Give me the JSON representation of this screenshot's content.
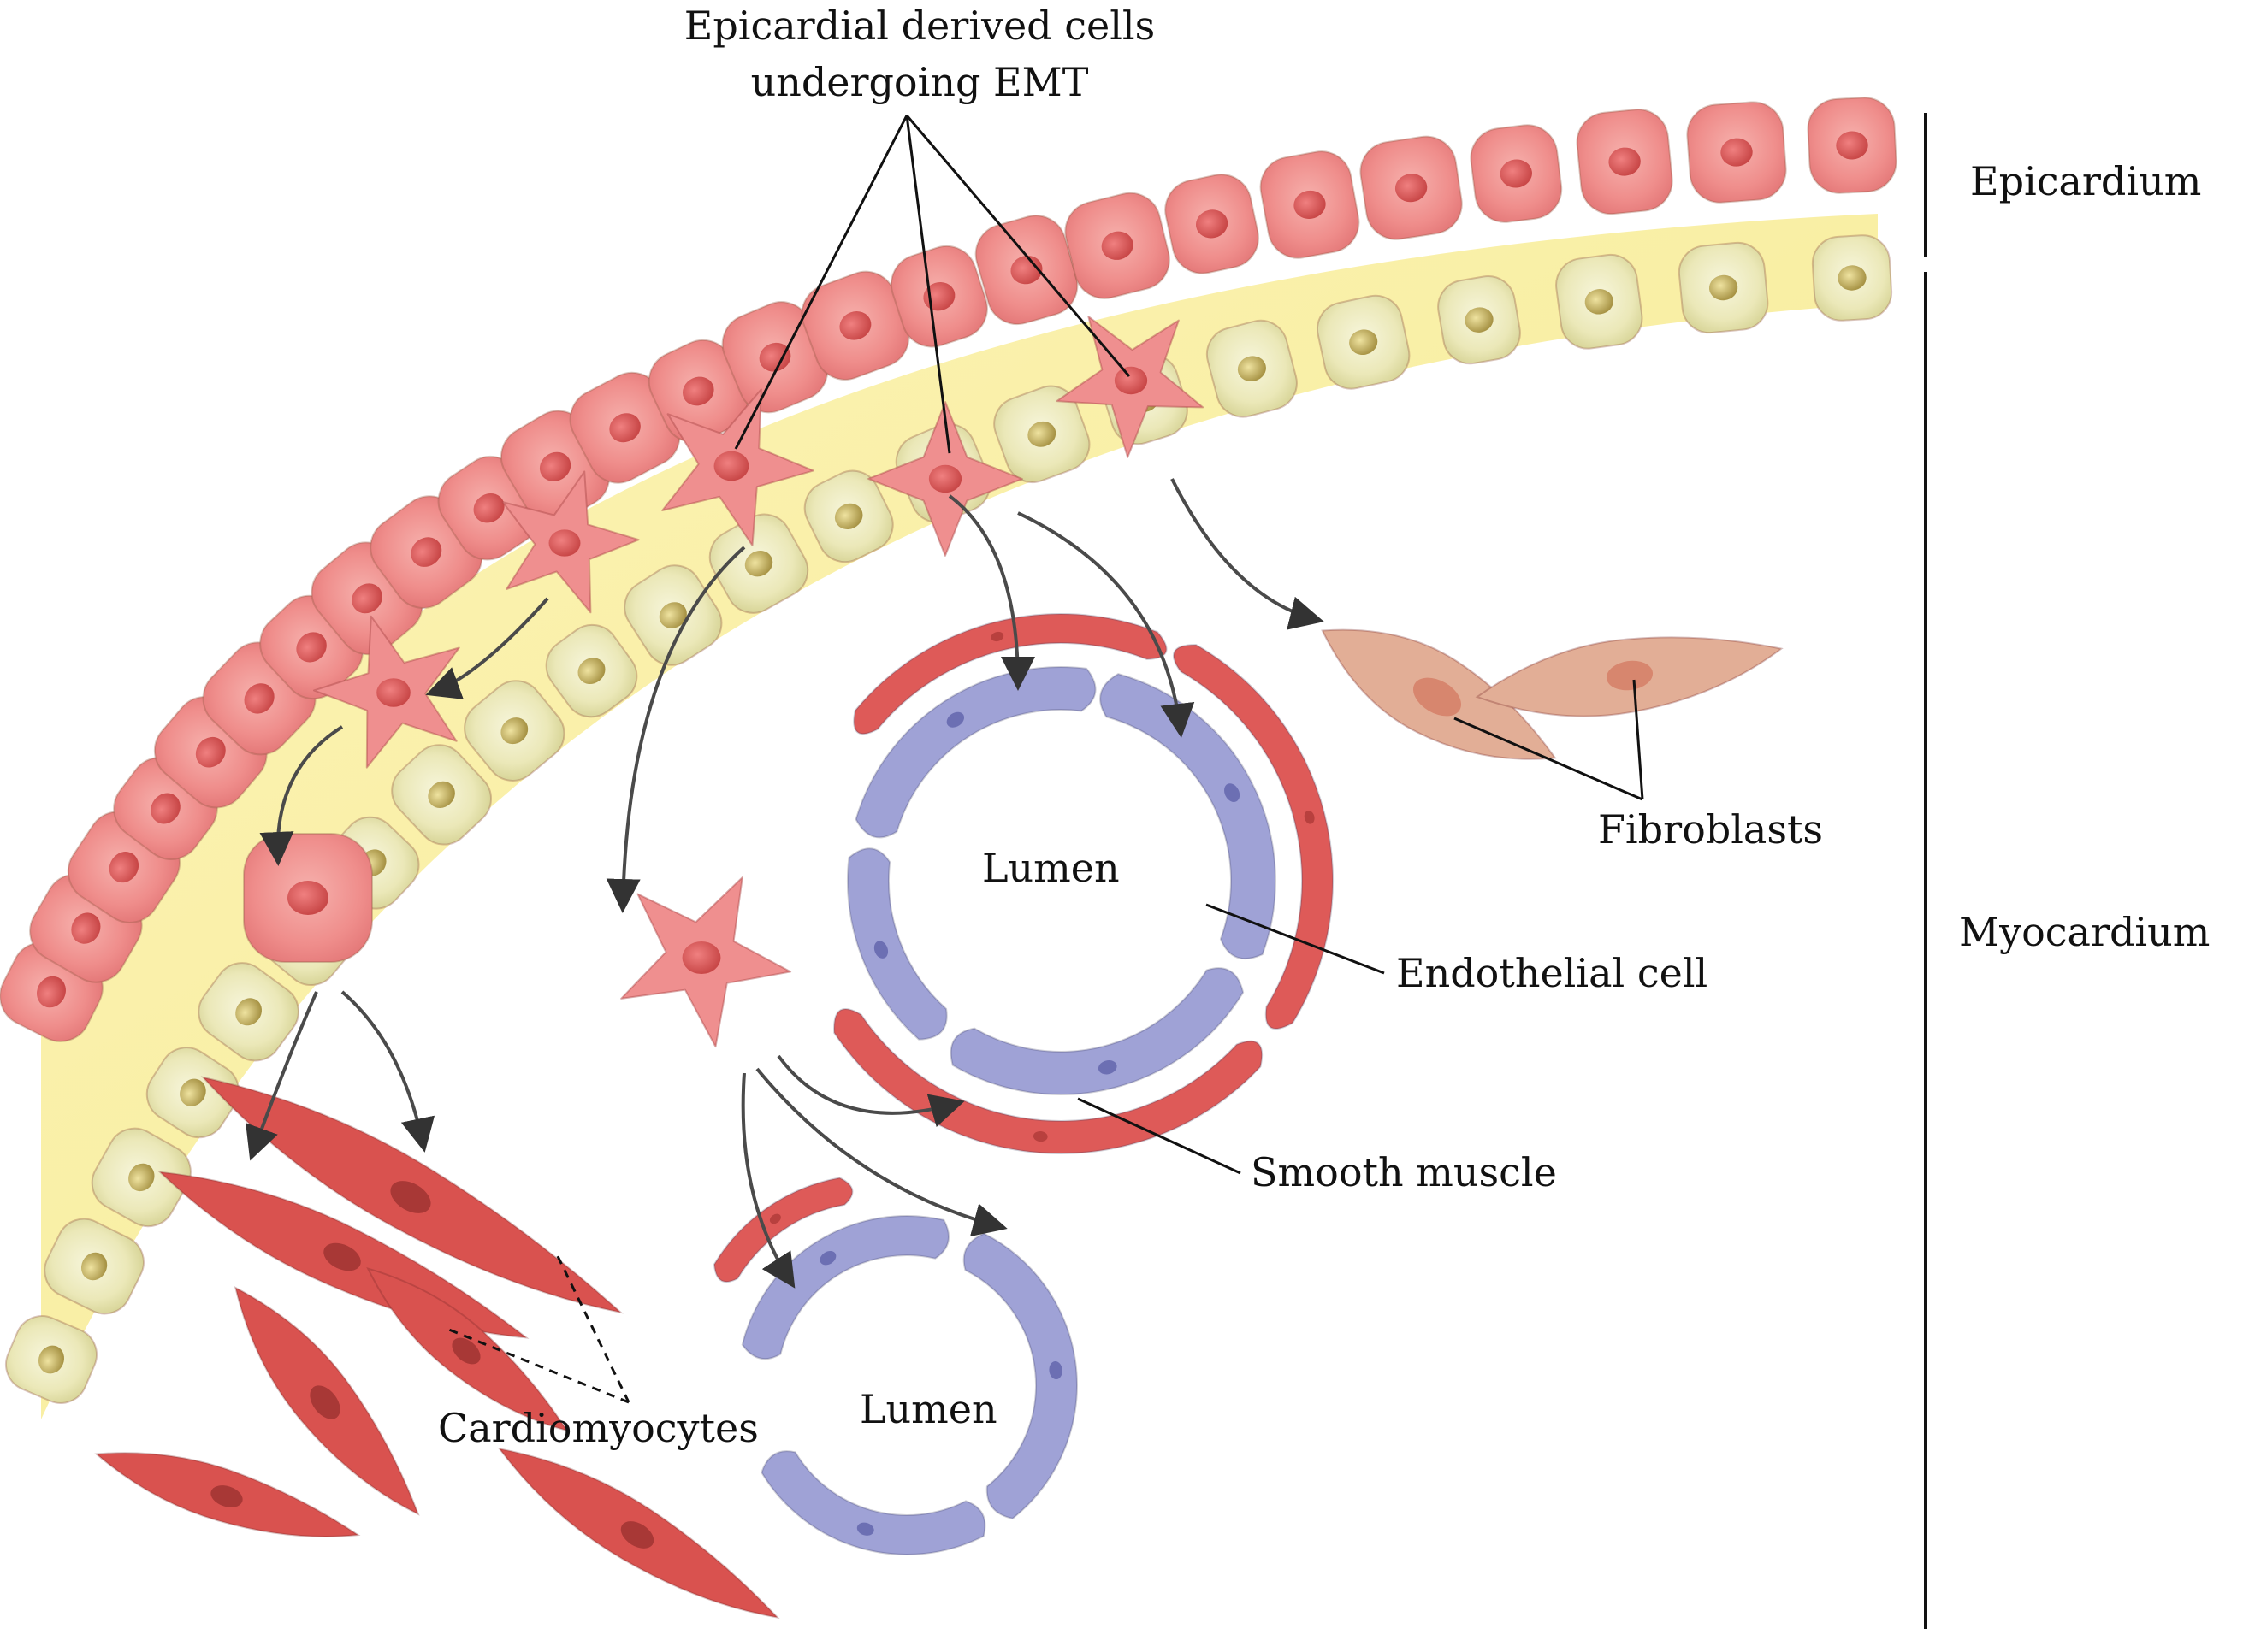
{
  "labels": {
    "emt_line1": "Epicardial derived cells",
    "emt_line2": "undergoing EMT",
    "epicardium": "Epicardium",
    "myocardium": "Myocardium",
    "fibroblasts": "Fibroblasts",
    "lumen_upper": "Lumen",
    "lumen_lower": "Lumen",
    "endothelial_cell": "Endothelial cell",
    "smooth_muscle": "Smooth muscle",
    "cardiomyocytes": "Cardiomyocytes"
  },
  "colors": {
    "epicardial_cell": "#ef8f8f",
    "epicardial_nucleus": "#d95a5a",
    "myocardial_cell": "#ecebbd",
    "myocardial_nucleus": "#b3a156",
    "yellow_band": "#f8f0a8",
    "endothelial_cell": "#9fa2d6",
    "smooth_muscle": "#de5a58",
    "cardiomyocyte": "#d9524f",
    "fibroblast": "#e2ae96",
    "arrow": "#555555",
    "leader_line": "#111111"
  },
  "icons": {
    "arrowhead": "arrowhead-icon"
  }
}
